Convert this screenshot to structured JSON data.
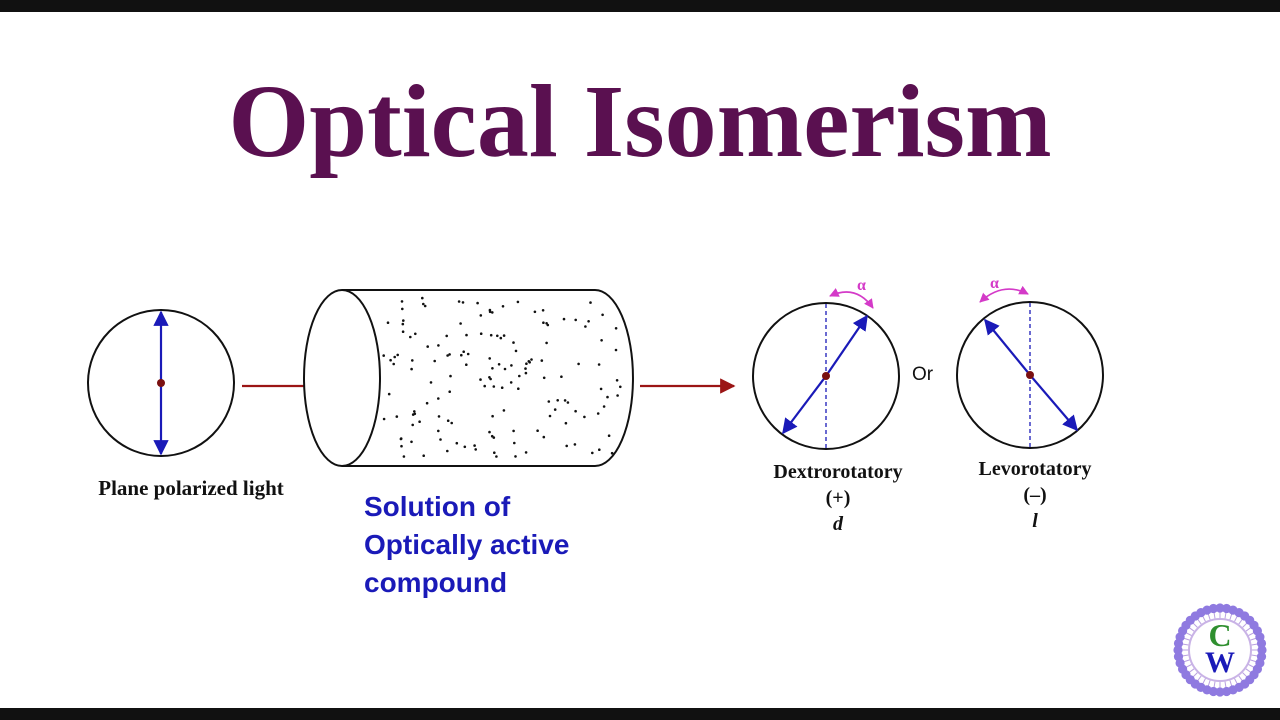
{
  "title": "Optical Isomerism",
  "labels": {
    "plane_polarized": "Plane polarized light",
    "solution_line1": "Solution of",
    "solution_line2": "Optically active",
    "solution_line3": "compound",
    "or": "Or",
    "dextro_name": "Dextrorotatory",
    "dextro_sign": "(+)",
    "dextro_symbol": "d",
    "levo_name": "Levorotatory",
    "levo_sign": "(–)",
    "levo_symbol": "l",
    "alpha": "α"
  },
  "logo": {
    "letter_top": "C",
    "letter_bottom": "W"
  },
  "colors": {
    "title": "#5a1050",
    "arrow_red": "#9b1515",
    "vector_blue": "#1a1ab8",
    "angle_magenta": "#d43ac8",
    "solution_text": "#1a1ab8"
  },
  "icons": [
    "circle-vector-icon",
    "tube-cylinder-icon",
    "right-arrow-icon",
    "angle-arc-icon",
    "cw-logo-icon"
  ]
}
